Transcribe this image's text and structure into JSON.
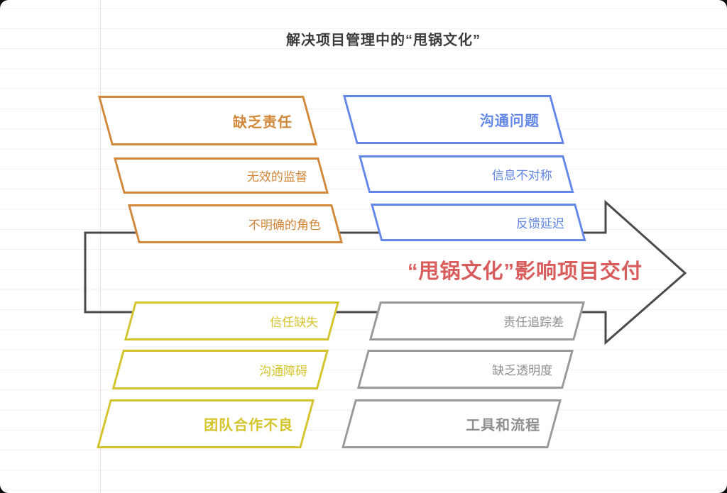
{
  "title": "解决项目管理中的“甩锅文化”",
  "center_arrow": {
    "label": "“甩锅文化”影响项目交付",
    "label_color": "#D95C5C",
    "stroke_color": "#4A4A4A"
  },
  "groups": [
    {
      "position": "top-left",
      "color": "#D2883B",
      "items": [
        {
          "label": "缺乏责任",
          "bold": true
        },
        {
          "label": "无效的监督",
          "bold": false
        },
        {
          "label": "不明确的角色",
          "bold": false
        }
      ]
    },
    {
      "position": "top-right",
      "color": "#6287E8",
      "items": [
        {
          "label": "沟通问题",
          "bold": true
        },
        {
          "label": "信息不对称",
          "bold": false
        },
        {
          "label": "反馈延迟",
          "bold": false
        }
      ]
    },
    {
      "position": "bottom-left",
      "color": "#D4C42C",
      "items": [
        {
          "label": "信任缺失",
          "bold": false
        },
        {
          "label": "沟通障碍",
          "bold": false
        },
        {
          "label": "团队合作不良",
          "bold": true
        }
      ]
    },
    {
      "position": "bottom-right",
      "color": "#999999",
      "items": [
        {
          "label": "责任追踪差",
          "bold": false
        },
        {
          "label": "缺乏透明度",
          "bold": false
        },
        {
          "label": "工具和流程",
          "bold": true
        }
      ]
    }
  ],
  "background": {
    "ruled_line_color": "#F1F1F1",
    "margin_line_color": "#F8DFDF"
  }
}
